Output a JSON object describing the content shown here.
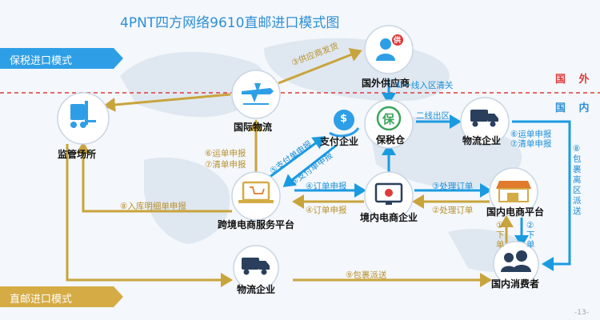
{
  "title": "4PNT四方网络9610直邮进口模式图",
  "modes": {
    "bonded": "保税进口模式",
    "direct": "直邮进口模式"
  },
  "regions": {
    "foreign": "国 外",
    "domestic": "国 内"
  },
  "nodes": {
    "supervision": "监管场所",
    "intl_logistics": "国际物流",
    "foreign_supplier": "国外供应商",
    "payment": "支付企业",
    "bonded_warehouse": "保税仓",
    "logistics_top": "物流企业",
    "cbec_platform": "跨境电商服务平台",
    "domestic_ecom": "境内电商企业",
    "domestic_platform": "国内电商平台",
    "logistics_bottom": "物流企业",
    "consumer": "国内消费者"
  },
  "edges": {
    "supplier_ship": "③供应商发货",
    "first_line": "①一线入区清关",
    "second_line": "二线出区",
    "waybill_a": "⑥运单申报",
    "manifest_a": "⑦清单申报",
    "waybill_b": "⑥运单申报",
    "manifest_b": "⑦清单申报",
    "pay_declare_a": "⑤支付单申报",
    "pay_declare_b": "⑤支付单申报",
    "order_declare_a": "④订单申报",
    "order_declare_b": "④订单申报",
    "process_order_a": "③处理订单",
    "process_order_b": "②处理订单",
    "inbound_detail": "⑧入库明细单申报",
    "parcel_dispatch_right": "⑧包裹离区派送",
    "parcel_dispatch": "⑨包裹派送",
    "place_order_a": "①下单",
    "place_order_b": "②下单"
  },
  "icon_glyphs": {
    "supplier": "供",
    "bonded": "保",
    "payment": "$"
  },
  "page_number": "-13-",
  "colors": {
    "gold": "#c9a43c",
    "blue": "#1a9be0",
    "accent": "#2f8fd6",
    "red": "#e03a3a"
  }
}
